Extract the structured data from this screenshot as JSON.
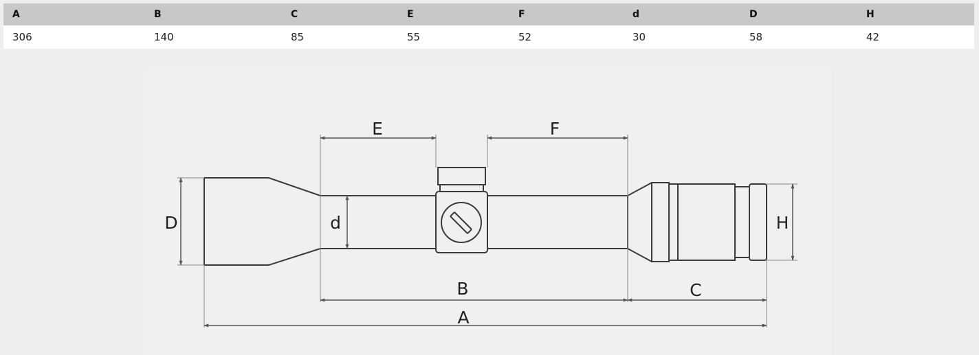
{
  "table": {
    "headers": [
      "A",
      "B",
      "C",
      "E",
      "F",
      "d",
      "D",
      "H"
    ],
    "values": [
      "306",
      "140",
      "85",
      "55",
      "52",
      "30",
      "58",
      "42"
    ]
  },
  "diagram": {
    "labels": {
      "A": "A",
      "B": "B",
      "C": "C",
      "D": "D",
      "E": "E",
      "F": "F",
      "d": "d",
      "H": "H"
    }
  },
  "colors": {
    "header_bg": "#c8c8c8",
    "row_bg": "#ffffff",
    "page_bg": "#eeeeee",
    "panel_bg": "#eff0f2",
    "line": "#3a3a3a",
    "dim_line": "#555555"
  }
}
